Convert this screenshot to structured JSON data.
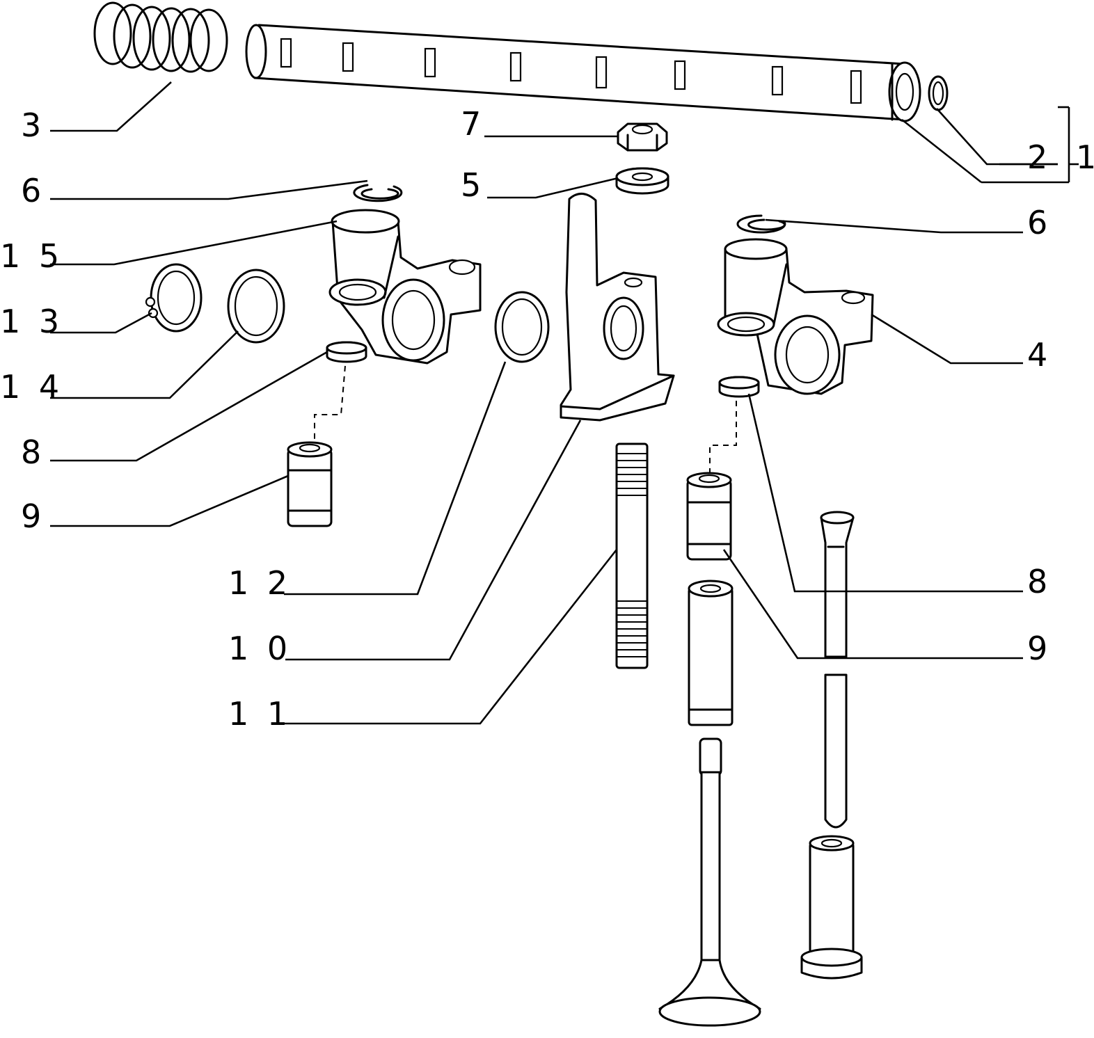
{
  "diagram": {
    "callouts": [
      {
        "id": "c3",
        "text": "3"
      },
      {
        "id": "c7",
        "text": "7"
      },
      {
        "id": "c2",
        "text": "2"
      },
      {
        "id": "c1",
        "text": "1"
      },
      {
        "id": "c6a",
        "text": "6"
      },
      {
        "id": "c5",
        "text": "5"
      },
      {
        "id": "c6b",
        "text": "6"
      },
      {
        "id": "c15",
        "text": "1 5"
      },
      {
        "id": "c13",
        "text": "1 3"
      },
      {
        "id": "c4",
        "text": "4"
      },
      {
        "id": "c14",
        "text": "1 4"
      },
      {
        "id": "c8a",
        "text": "8"
      },
      {
        "id": "c9a",
        "text": "9"
      },
      {
        "id": "c12",
        "text": "1 2"
      },
      {
        "id": "c8b",
        "text": "8"
      },
      {
        "id": "c10",
        "text": "1 0"
      },
      {
        "id": "c9b",
        "text": "9"
      },
      {
        "id": "c11",
        "text": "1 1"
      }
    ]
  }
}
